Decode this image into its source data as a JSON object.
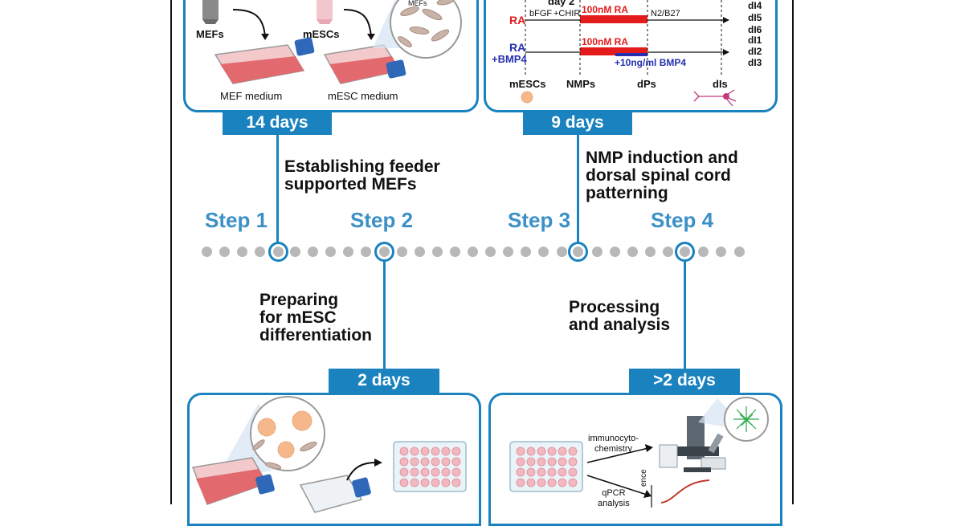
{
  "steps": [
    {
      "label": "Step 1",
      "description": [
        "Establishing feeder",
        "supported MEFs"
      ],
      "duration": "14 days"
    },
    {
      "label": "Step 2",
      "description": [
        "Preparing",
        "for mESC",
        "differentiation"
      ],
      "duration": "2 days"
    },
    {
      "label": "Step 3",
      "description": [
        "NMP induction and",
        "dorsal spinal cord",
        "patterning"
      ],
      "duration": "9 days"
    },
    {
      "label": "Step 4",
      "description": [
        "Processing",
        "and analysis"
      ],
      "duration": ">2 days"
    }
  ],
  "step1_panel": {
    "tube1_label": "MEFs",
    "tube2_label": "mESCs",
    "flask1_label": "MEF medium",
    "flask2_label": "mESC medium",
    "zoom_label": "MEFs"
  },
  "step3_panel": {
    "day_label": "day 2",
    "row1_condition": "RA",
    "row1_medium_a": "bFGF",
    "row1_medium_b": "+CHIR",
    "row1_treatment": "100nM RA",
    "row1_medium_c": "N2/B27",
    "row1_outputs": [
      "dI4",
      "dI5",
      "dI6"
    ],
    "row2_condition_a": "RA",
    "row2_condition_b": "+BMP4",
    "row2_treatment": "100nM RA",
    "row2_bmp": "+10ng/ml BMP4",
    "row2_outputs": [
      "dI1",
      "dI2",
      "dI3"
    ],
    "stages": [
      "mESCs",
      "NMPs",
      "dPs",
      "dIs"
    ]
  },
  "step4_panel": {
    "method1": [
      "immunocyto-",
      "chemistry"
    ],
    "method2": [
      "qPCR",
      "analysis"
    ],
    "axis_fragment": "ence"
  },
  "colors": {
    "accent": "#1a82bf",
    "step_text": "#3b90c8",
    "ra_red": "#e31b1b",
    "bmp_blue": "#2530b0",
    "timeline_dot": "#b8b8b8"
  }
}
